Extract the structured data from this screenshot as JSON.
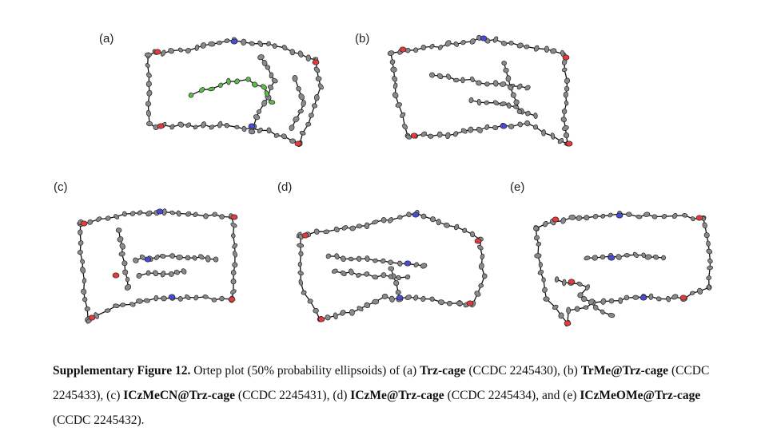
{
  "panels": [
    {
      "id": "a",
      "label": "(a)"
    },
    {
      "id": "b",
      "label": "(b)"
    },
    {
      "id": "c",
      "label": "(c)"
    },
    {
      "id": "d",
      "label": "(d)"
    },
    {
      "id": "e",
      "label": "(e)"
    }
  ],
  "caption": {
    "prefix": "Supplementary Figure 12.",
    "t1": " Ortep plot (50% probability ellipsoids) of (a) ",
    "b1": "Trz-cage",
    "t2": " (CCDC 2245430), (b) ",
    "b2": "TrMe@Trz-cage",
    "t3": " (CCDC 2245433), (c) ",
    "b3": "ICzMeCN@Trz-cage",
    "t4": " (CCDC 2245431), (d) ",
    "b4": "ICzMe@Trz-cage",
    "t5": " (CCDC 2245434), and (e) ",
    "b5": "ICzMeOMe@Trz-cage",
    "t6": " (CCDC 2245432)."
  },
  "colors": {
    "carbon": "#8a8a8a",
    "oxygen": "#e23b3b",
    "nitrogen": "#4a4ad8",
    "chlorine": "#5dbb4a"
  }
}
